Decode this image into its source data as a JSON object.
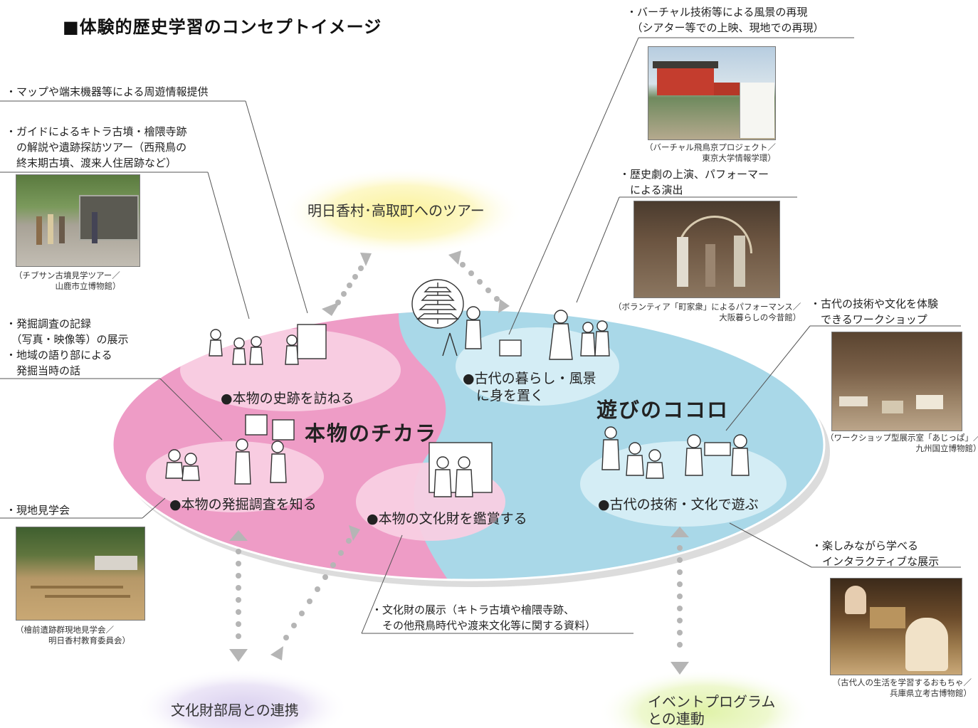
{
  "title": "■体験的歴史学習のコンセプトイメージ",
  "center": {
    "left_label": "本物のチカラ",
    "right_label": "遊びのココロ",
    "items": {
      "visit": "●本物の史跡を訪ねる",
      "excavation": "●本物の発掘調査を知る",
      "appreciate": "●本物の文化財を鑑賞する",
      "ancient_life": "●古代の暮らし・風景\n　に身を置く",
      "ancient_tech": "●古代の技術・文化で遊ぶ"
    }
  },
  "links": {
    "tour": "明日香村･高取町へのツアー",
    "cultural_dept": "文化財部局との連携",
    "event": "イベントプログラム\nとの連動"
  },
  "notes": {
    "map_info": "・マップや端末機器等による周遊情報提供",
    "guide_tour": "・ガイドによるキトラ古墳・檜隈寺跡\n　の解説や遺跡探訪ツアー（西飛鳥の\n　終末期古墳、渡来人住居跡など）",
    "excavation_record": "・発掘調査の記録\n　（写真・映像等）の展示\n・地域の語り部による\n　発掘当時の話",
    "site_tour": "・現地見学会",
    "exhibit": "・文化財の展示（キトラ古墳や檜隈寺跡、\n　その他飛鳥時代や渡来文化等に関する資料）",
    "virtual": "・バーチャル技術等による風景の再現\n　（シアター等での上映、現地での再現）",
    "drama": "・歴史劇の上演、パフォーマー\n　による演出",
    "workshop": "・古代の技術や文化を体験\n　できるワークショップ",
    "interactive": "・楽しみながら学べる\n　インタラクティブな展示"
  },
  "captions": {
    "kofun_tour": "（チブサン古墳見学ツアー／\n　　　　　山鹿市立博物館）",
    "site_visit": "（檜前遺跡群現地見学会／\n　　　　明日香村教育委員会）",
    "virtual": "（バーチャル飛鳥京プロジェクト／\n　　　　　東京大学情報学環）",
    "drama": "（ボランティア「町家衆」によるパフォーマンス／\n　　　　　　　　　大阪暮らしの今昔館）",
    "workshop": "（ワークショップ型展示室「あじっぱ」／\n　　　　　　　　　九州国立博物館）",
    "toy": "（古代人の生活を学習するおもちゃ／\n　　　　　　　　兵庫県立考古博物館）"
  },
  "colors": {
    "pink": "#ee9cc6",
    "pink_light": "#f8cfe3",
    "blue": "#a9d8e8",
    "blue_light": "#d6eef6",
    "tour_glow": "#fbf29a",
    "dept_glow": "#d9cfee",
    "event_glow": "#e4f3b4"
  },
  "icons": [
    "pagoda-illustration",
    "people-illustration",
    "arrow-dotted-icon"
  ]
}
